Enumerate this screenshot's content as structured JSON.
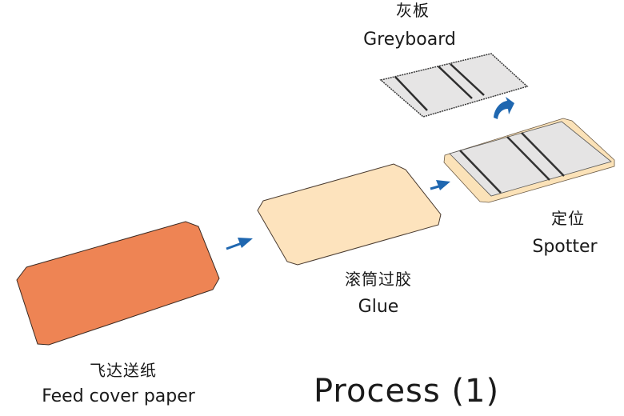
{
  "diagram": {
    "title": "Process (1)",
    "steps": [
      {
        "id": "feed",
        "zh": "飞达送纸",
        "en": "Feed cover paper",
        "color": "#ee8454"
      },
      {
        "id": "glue",
        "zh": "滚筒过胶",
        "en": "Glue",
        "color": "#fde3bd"
      },
      {
        "id": "spotter",
        "zh": "定位",
        "en": "Spotter",
        "color": "#fbe2b8"
      },
      {
        "id": "greyboard",
        "zh": "灰板",
        "en": "Greyboard",
        "color": "#e6e5e5"
      }
    ],
    "arrow_color": "#1f67b0",
    "flow": [
      "feed",
      "glue",
      "spotter"
    ],
    "placement": {
      "from": "greyboard",
      "to": "spotter"
    }
  }
}
